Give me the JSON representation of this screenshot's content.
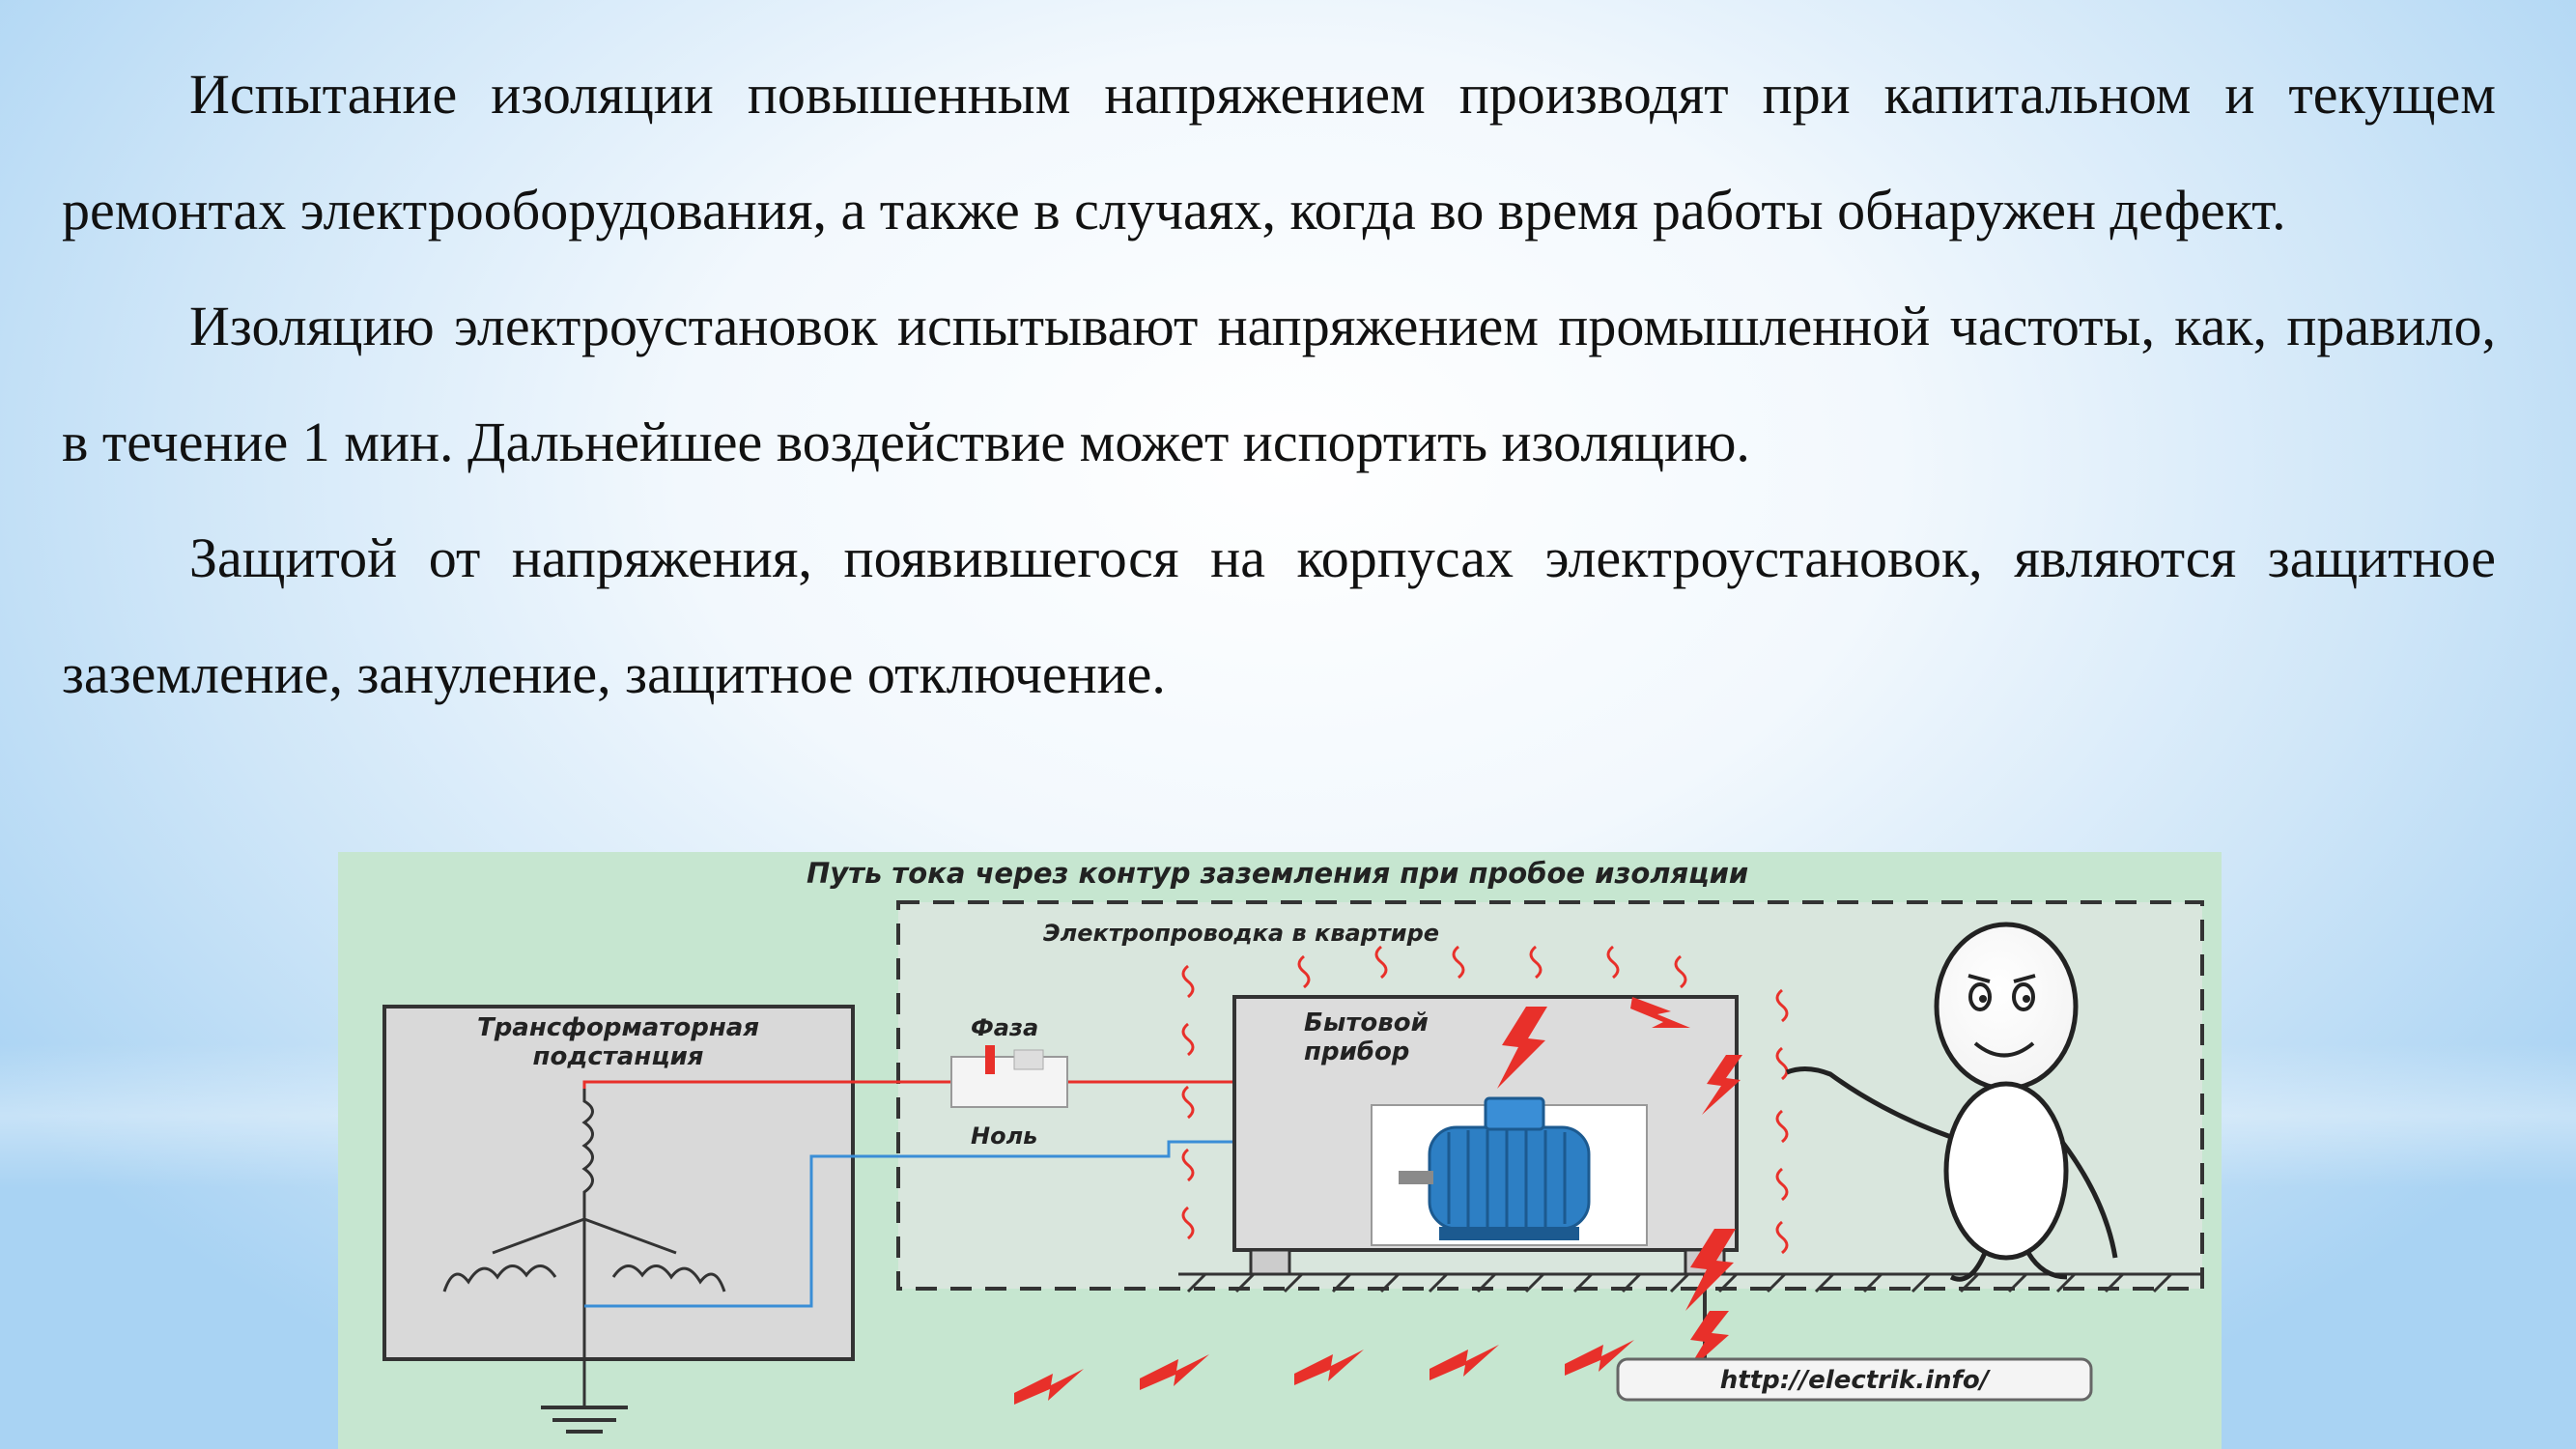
{
  "paragraphs": [
    "Испытание изоляции повышенным напряжением производят при капитальном и текущем ремонтах электрооборудования, а также в случаях, когда во время работы обнаружен дефект.",
    "Изоляцию электроустановок испытывают напряжением промышленной частоты, как, правило, в течение 1 мин. Дальнейшее воздействие может испортить изоляцию.",
    "Защитой от напряжения, появившегося на корпусах электроустановок, являются защитное заземление, зануление, защитное отключение."
  ],
  "figure": {
    "title": "Путь тока через контур заземления при пробое изоляции",
    "wiring_label": "Электропроводка в квартире",
    "substation_label": [
      "Трансформаторная",
      "подстанция"
    ],
    "phase_label": "Фаза",
    "neutral_label": "Ноль",
    "appliance_label": [
      "Бытовой",
      "прибор"
    ],
    "url": "http://electrik.info/",
    "colors": {
      "background": "#c6e6d0",
      "phase_wire": "#e8302a",
      "neutral_wire": "#3a8ed6",
      "motor": "#2d7fc4"
    }
  }
}
